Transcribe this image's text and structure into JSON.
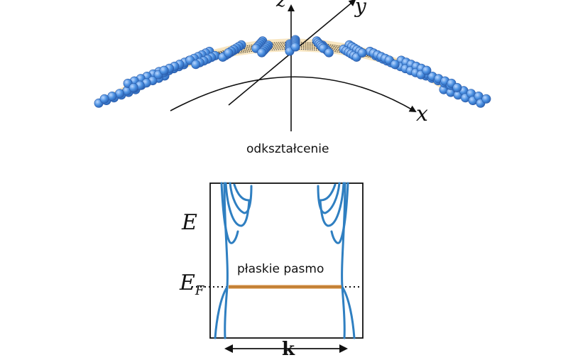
{
  "lattice": {
    "caption": "odkształcenie",
    "axes": {
      "x": "x",
      "y": "y",
      "z": "z"
    },
    "atom_color": "#4a8fe0",
    "bond_color": "#222222",
    "highlight_color": "#f5dca8"
  },
  "band_plot": {
    "energy_label": "E",
    "fermi_label_main": "E",
    "fermi_label_sub": "F",
    "flat_band_label": "płaskie pasmo",
    "momentum_label": "k",
    "band_color": "#2f7fc1",
    "flat_band_color": "#d08a3c"
  }
}
